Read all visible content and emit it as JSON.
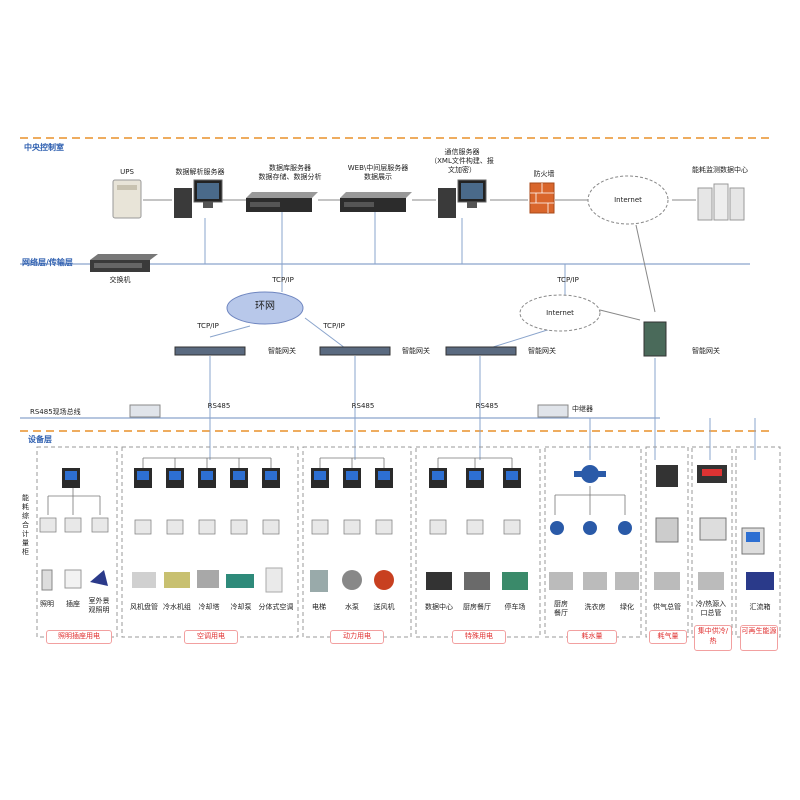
{
  "layers": {
    "central": "中央控制室",
    "network": "网络层/传输层",
    "device": "设备层"
  },
  "central": {
    "ups": "UPS",
    "parse_server": "数据解析服务器",
    "db_server": "数据库服务器\n数据存储、数据分析",
    "web_server": "WEB\\中间层服务器\n数据展示",
    "comm_server": "通信服务器\n（XML文件构建、报\n文加密）",
    "firewall": "防火墙",
    "internet": "Internet",
    "energy_center": "能耗监测数据中心"
  },
  "network": {
    "switch": "交换机",
    "ring": "环网",
    "tcpip": "TCP/IP",
    "internet": "Internet",
    "gateway": "智能网关",
    "rs485": "RS485",
    "rs485_bus": "RS485现场总线",
    "repeater": "中继器"
  },
  "device": {
    "vertical_label": "能耗综合计量柜",
    "lighting_items": [
      "照明",
      "插座",
      "室外景观照明"
    ],
    "ac_items": [
      "风机盘管",
      "冷水机组",
      "冷却塔",
      "冷却泵",
      "分体式空调"
    ],
    "power_items": [
      "电梯",
      "水泵",
      "送风机"
    ],
    "special_items": [
      "数据中心",
      "厨房餐厅",
      "停车场"
    ],
    "water_items": [
      "厨房餐厅",
      "洗衣房",
      "绿化"
    ],
    "gas_items": [
      "供气总管"
    ],
    "heat_items": [
      "冷/热源入口总管"
    ],
    "renew_items": [
      "汇流箱"
    ]
  },
  "categories": {
    "lighting": "照明插座用电",
    "ac": "空调用电",
    "power": "动力用电",
    "special": "特殊用电",
    "water": "耗水量",
    "gas": "耗气量",
    "heat": "集中供冷/热",
    "renew": "可再生能源"
  },
  "colors": {
    "dash": "#e8902a",
    "blue_line": "#8aa4cc",
    "layer_title": "#2e5fb0",
    "category_text": "#e03030"
  }
}
